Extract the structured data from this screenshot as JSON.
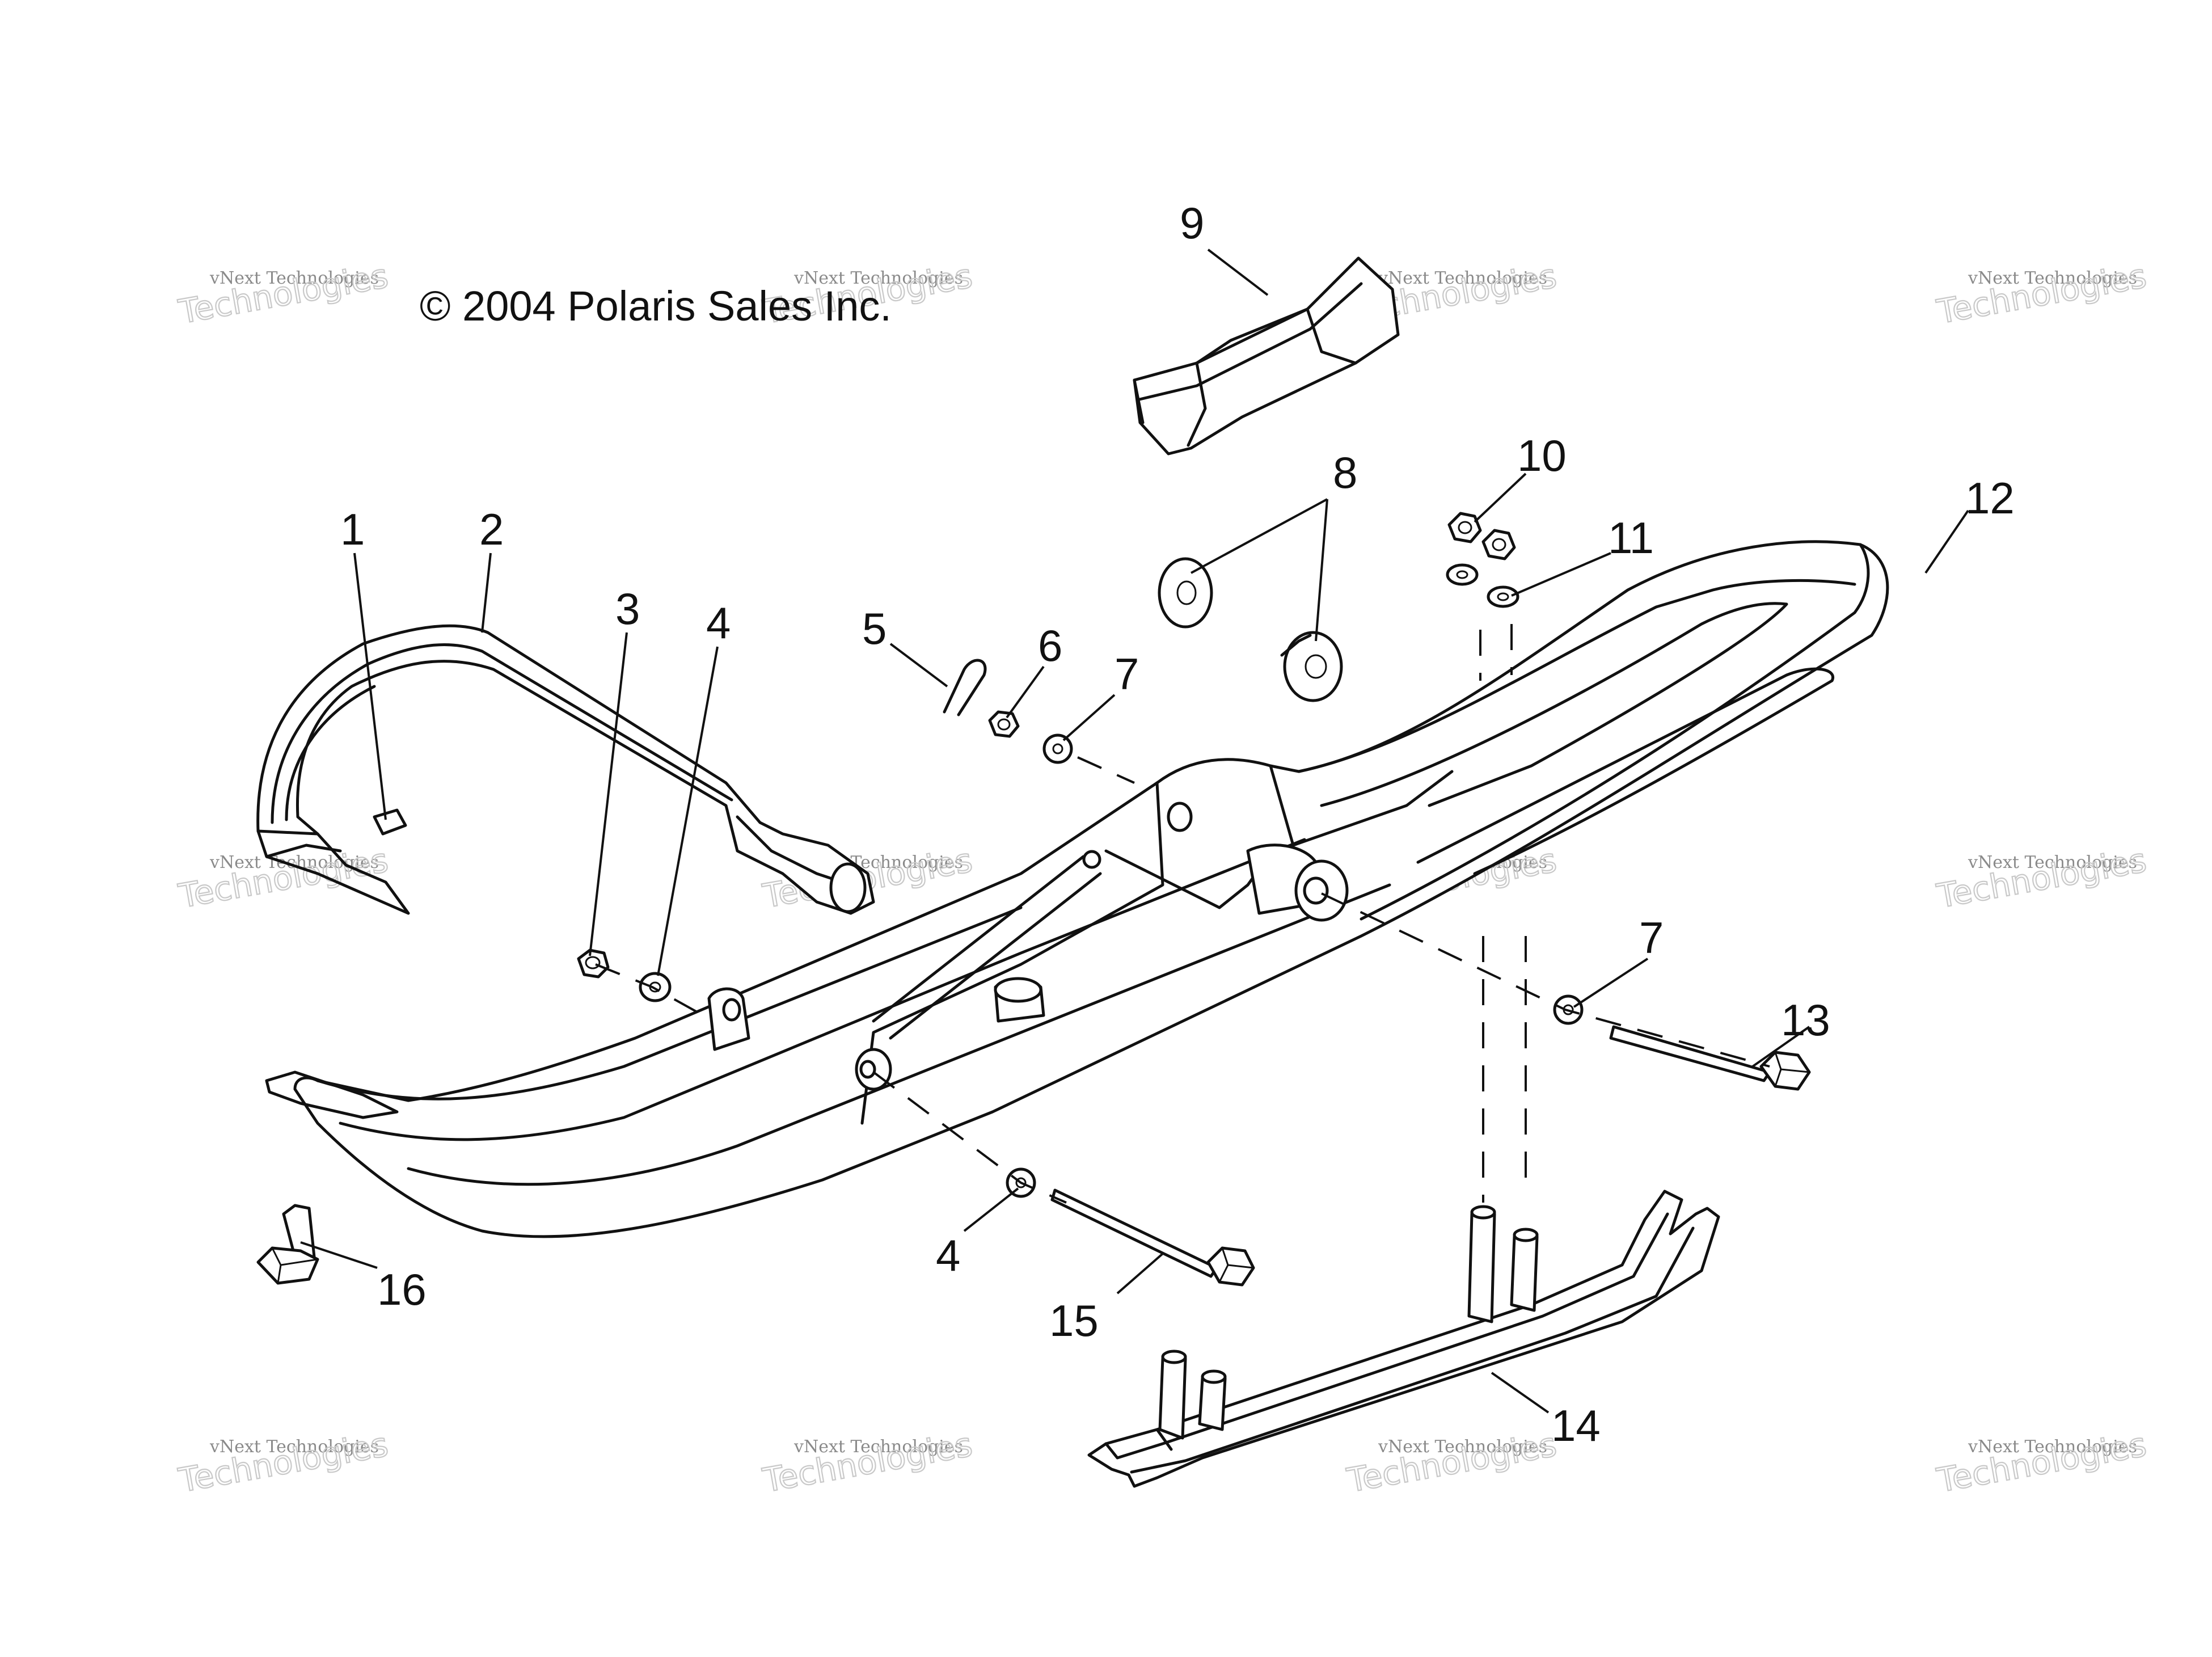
{
  "copyright": "© 2004 Polaris Sales Inc.",
  "watermark": {
    "small_text": "vNext Technologies",
    "large_text": "Technologies",
    "small_text_alt": "vNext"
  },
  "parts": [
    {
      "id": "1",
      "label": "1"
    },
    {
      "id": "2",
      "label": "2"
    },
    {
      "id": "3",
      "label": "3"
    },
    {
      "id": "4a",
      "label": "4"
    },
    {
      "id": "4b",
      "label": "4"
    },
    {
      "id": "5",
      "label": "5"
    },
    {
      "id": "6",
      "label": "6"
    },
    {
      "id": "7a",
      "label": "7"
    },
    {
      "id": "7b",
      "label": "7"
    },
    {
      "id": "8",
      "label": "8"
    },
    {
      "id": "9",
      "label": "9"
    },
    {
      "id": "10",
      "label": "10"
    },
    {
      "id": "11",
      "label": "11"
    },
    {
      "id": "12",
      "label": "12"
    },
    {
      "id": "13",
      "label": "13"
    },
    {
      "id": "14",
      "label": "14"
    },
    {
      "id": "15",
      "label": "15"
    },
    {
      "id": "16",
      "label": "16"
    }
  ]
}
